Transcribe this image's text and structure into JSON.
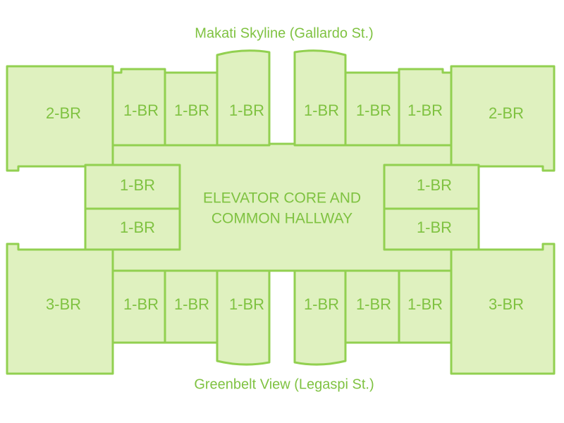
{
  "views": {
    "top": "Makati Skyline (Gallardo St.)",
    "bottom": "Greenbelt View (Legaspi St.)"
  },
  "core": {
    "line1": "ELEVATOR CORE AND",
    "line2": "COMMON HALLWAY"
  },
  "units": {
    "top_left_corner": "2-BR",
    "top_right_corner": "2-BR",
    "bottom_left_corner": "3-BR",
    "bottom_right_corner": "3-BR",
    "top_row": [
      "1-BR",
      "1-BR",
      "1-BR",
      "1-BR",
      "1-BR",
      "1-BR"
    ],
    "bottom_row": [
      "1-BR",
      "1-BR",
      "1-BR",
      "1-BR",
      "1-BR",
      "1-BR"
    ],
    "left_side": [
      "1-BR",
      "1-BR"
    ],
    "right_side": [
      "1-BR",
      "1-BR"
    ]
  },
  "colors": {
    "fill": "#dff1bf",
    "stroke": "#92d050",
    "text": "#7fc241"
  }
}
